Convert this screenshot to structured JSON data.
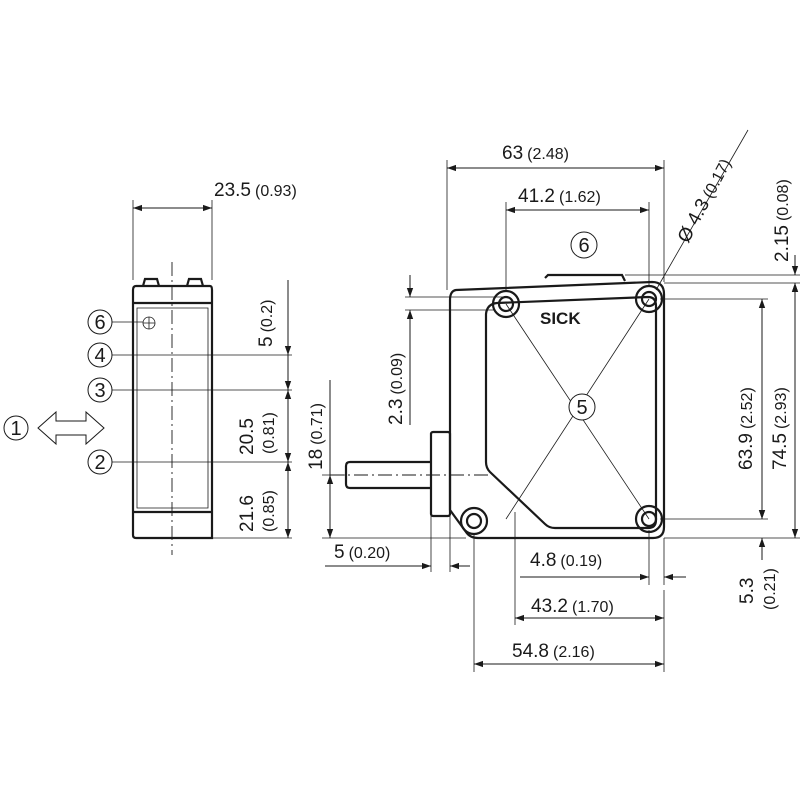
{
  "brand": "SICK",
  "callouts": {
    "c1": "1",
    "c2": "2",
    "c3": "3",
    "c4": "4",
    "c5": "5",
    "c6_side": "6",
    "c6_front": "6"
  },
  "dimensions": {
    "side_width": {
      "value": "23.5",
      "inch": "(0.93)"
    },
    "top_offset": {
      "value": "5",
      "inch": "(0.2)"
    },
    "mid_height": {
      "value": "20.5",
      "inch": "(0.81)"
    },
    "bottom_height": {
      "value": "21.6",
      "inch": "(0.85)"
    },
    "cable_height": {
      "value": "18",
      "inch": "(0.71)"
    },
    "hole_offset": {
      "value": "2.3",
      "inch": "(0.09)"
    },
    "total_width": {
      "value": "63",
      "inch": "(2.48)"
    },
    "hole_spacing": {
      "value": "41.2",
      "inch": "(1.62)"
    },
    "hole_diameter": {
      "value": "Ø 4.3",
      "inch": "(0.17)"
    },
    "top_gap": {
      "value": "2.15",
      "inch": "(0.08)"
    },
    "hole_vertical": {
      "value": "63.9",
      "inch": "(2.52)"
    },
    "total_height": {
      "value": "74.5",
      "inch": "(2.93)"
    },
    "bottom_gap": {
      "value": "5.3",
      "inch": "(0.21)"
    },
    "cable_offset": {
      "value": "5",
      "inch": "(0.20)"
    },
    "hole_edge": {
      "value": "4.8",
      "inch": "(0.19)"
    },
    "hole_to_edge": {
      "value": "43.2",
      "inch": "(1.70)"
    },
    "body_width": {
      "value": "54.8",
      "inch": "(2.16)"
    }
  }
}
